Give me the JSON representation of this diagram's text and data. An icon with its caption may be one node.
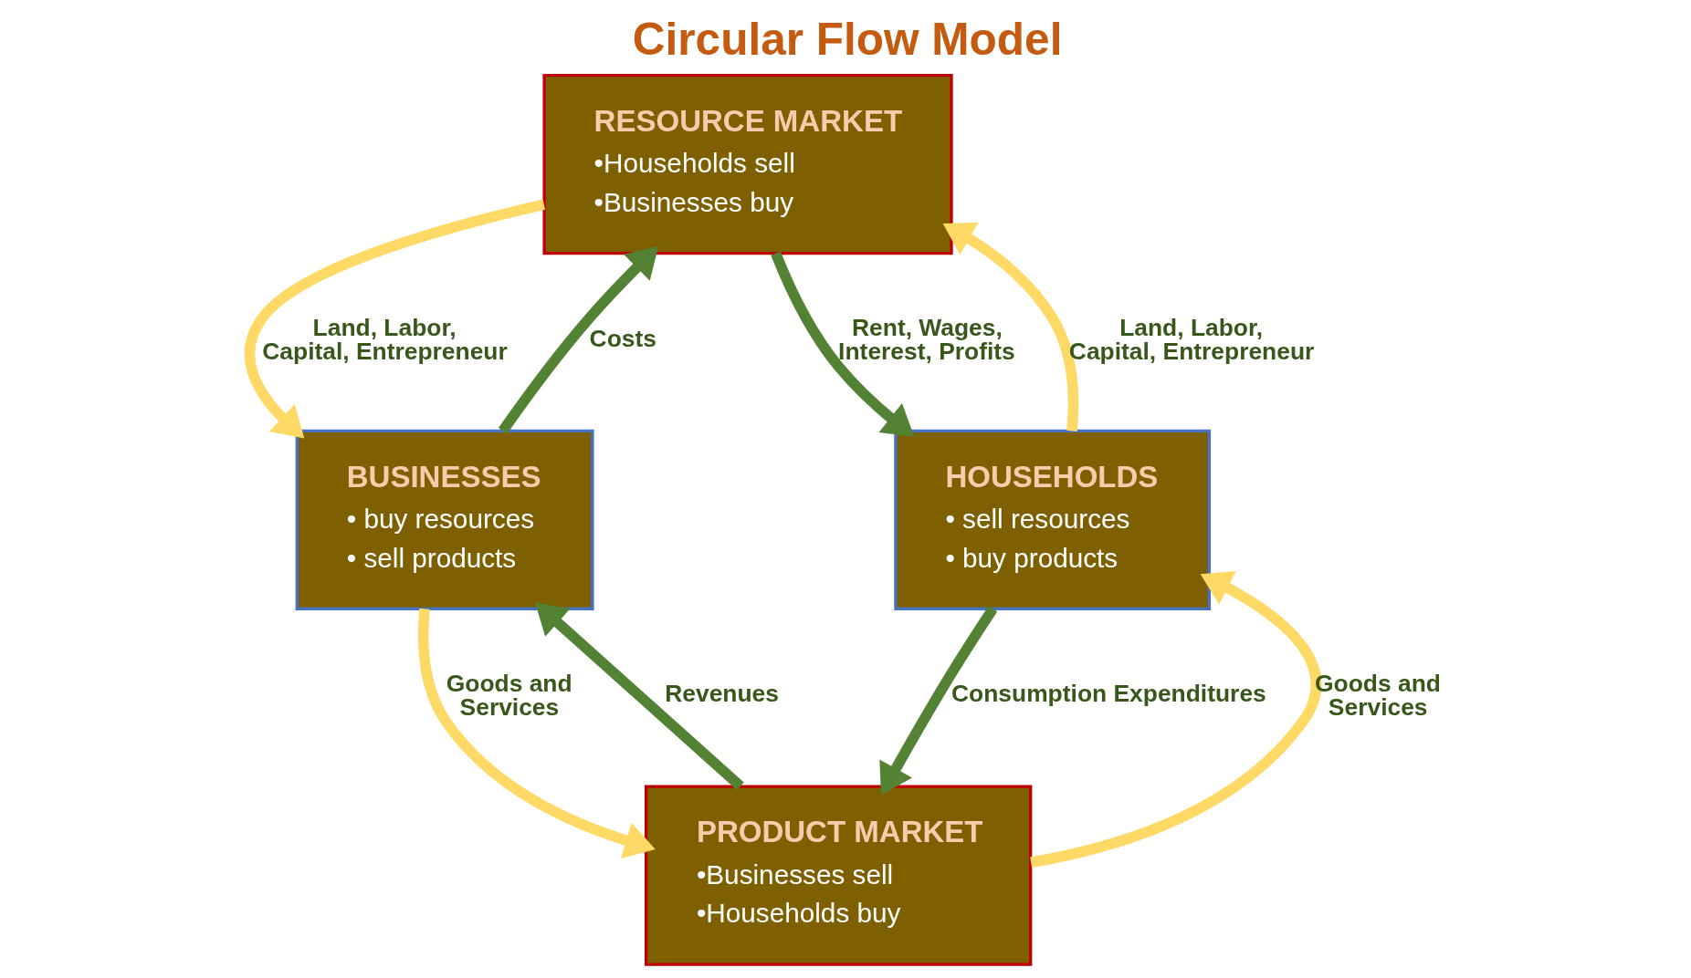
{
  "diagram": {
    "title": "Circular Flow Model",
    "nodes": [
      {
        "text": [
          "RESOURCE MARKET",
          "•Households sell",
          "•Businesses buy"
        ]
      },
      {
        "text": [
          "BUSINESSES",
          "• buy resources",
          "• sell products"
        ]
      },
      {
        "text": [
          "HOUSEHOLDS",
          "• sell resources",
          "• buy products"
        ]
      },
      {
        "text": [
          "PRODUCT MARKET",
          "•Businesses sell",
          "•Households buy"
        ]
      }
    ],
    "edges": [
      {
        "from": 1,
        "to": 0,
        "arrow": "to",
        "label": "Costs",
        "color": "#548235"
      },
      {
        "from": 0,
        "to": 1,
        "arrow": "to",
        "label": "Land, Labor, Capital, Entrepreneur",
        "color": "#ffd966"
      },
      {
        "from": 0,
        "to": 2,
        "arrow": "to",
        "label": "Rent, Wages, Interest, Profits",
        "color": "#548235"
      },
      {
        "from": 2,
        "to": 0,
        "arrow": "to",
        "label": "Land, Labor, Capital, Entrepreneur",
        "color": "#ffd966"
      },
      {
        "from": 2,
        "to": 3,
        "arrow": "to",
        "label": "Consumption Expenditures",
        "color": "#548235"
      },
      {
        "from": 3,
        "to": 2,
        "arrow": "to",
        "label": "Goods and Services",
        "color": "#ffd966"
      },
      {
        "from": 3,
        "to": 1,
        "arrow": "to",
        "label": "Revenues",
        "color": "#548235"
      },
      {
        "from": 1,
        "to": 3,
        "arrow": "to",
        "label": "Goods and Services",
        "color": "#ffd966"
      }
    ]
  }
}
